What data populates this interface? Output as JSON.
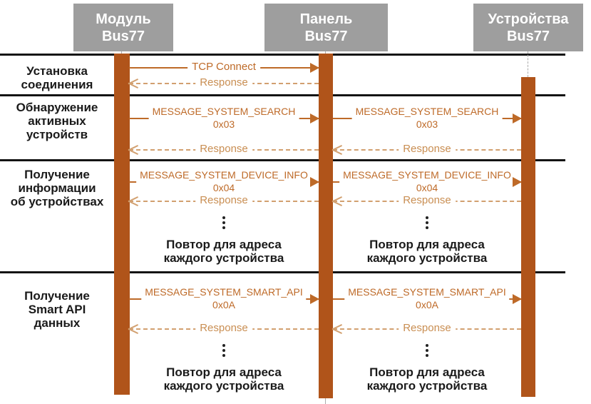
{
  "actors": [
    {
      "line1": "Модуль",
      "line2": "Bus77"
    },
    {
      "line1": "Панель",
      "line2": "Bus77"
    },
    {
      "line1": "Устройства",
      "line2": "Bus77"
    }
  ],
  "sections": [
    {
      "lines": [
        "Установка",
        "соединения"
      ]
    },
    {
      "lines": [
        "Обнаружение",
        "активных",
        "устройств"
      ]
    },
    {
      "lines": [
        "Получение",
        "информации",
        "об устройствах"
      ]
    },
    {
      "lines": [
        "Получение",
        "Smart API",
        "данных"
      ]
    }
  ],
  "messages": {
    "tcp_connect": "TCP Connect",
    "response": "Response",
    "search": {
      "name": "MESSAGE_SYSTEM_SEARCH",
      "code": "0x03"
    },
    "device_info": {
      "name": "MESSAGE_SYSTEM_DEVICE_INFO",
      "code": "0x04"
    },
    "smart_api": {
      "name": "MESSAGE_SYSTEM_SMART_API",
      "code": "0x0A"
    }
  },
  "notes": {
    "repeat_line1": "Повтор для адреса",
    "repeat_line2": "каждого устройства"
  },
  "colors": {
    "lifeline": "#B0541A",
    "solid_message": "#BE6A28",
    "dashed_message": "#D2A070",
    "response_text": "#C98E52",
    "actor_box": "#9E9E9E",
    "divider": "#141414",
    "label_text": "#1A1A1A"
  }
}
